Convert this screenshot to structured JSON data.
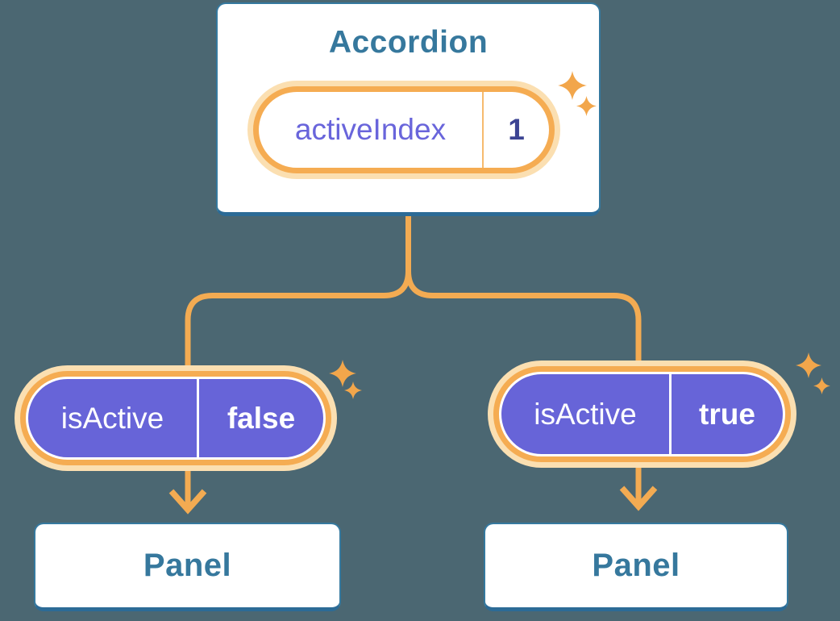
{
  "palette": {
    "background": "#4B6772",
    "card_fill": "#FFFFFF",
    "card_border": "#35799F",
    "card_border_bottom": "#2C6B96",
    "heading_text": "#36789D",
    "state_name_text": "#6965DB",
    "state_value_text": "#3C4493",
    "pill_fill": "#6764D8",
    "pill_text": "#FFFFFF",
    "connector_orange": "#F3AB52",
    "ring_orange": "#F5AC52",
    "ring_pale": "#FBDFB1"
  },
  "icons": {
    "sparkle": "four-point-star"
  },
  "accordion": {
    "title": "Accordion",
    "state": {
      "name": "activeIndex",
      "value": "1"
    }
  },
  "children": [
    {
      "state": {
        "name": "isActive",
        "value": "false"
      },
      "panel": {
        "label": "Panel"
      }
    },
    {
      "state": {
        "name": "isActive",
        "value": "true"
      },
      "panel": {
        "label": "Panel"
      }
    }
  ]
}
